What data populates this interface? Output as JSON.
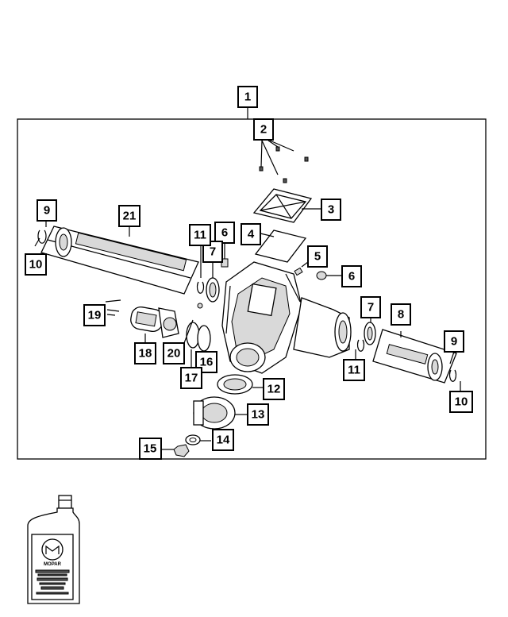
{
  "callouts": {
    "c1": "1",
    "c2": "2",
    "c3": "3",
    "c4": "4",
    "c5": "5",
    "c6a": "6",
    "c6b": "6",
    "c7a": "7",
    "c7b": "7",
    "c8": "8",
    "c9a": "9",
    "c9b": "9",
    "c10a": "10",
    "c10b": "10",
    "c11a": "11",
    "c11b": "11",
    "c12": "12",
    "c13": "13",
    "c14": "14",
    "c15": "15",
    "c16": "16",
    "c17": "17",
    "c18": "18",
    "c19": "19",
    "c20": "20",
    "c21": "21"
  },
  "bottle": {
    "brand": "MOPAR"
  },
  "colors": {
    "line": "#000000",
    "background": "#ffffff",
    "shade": "#d9d9d9"
  }
}
